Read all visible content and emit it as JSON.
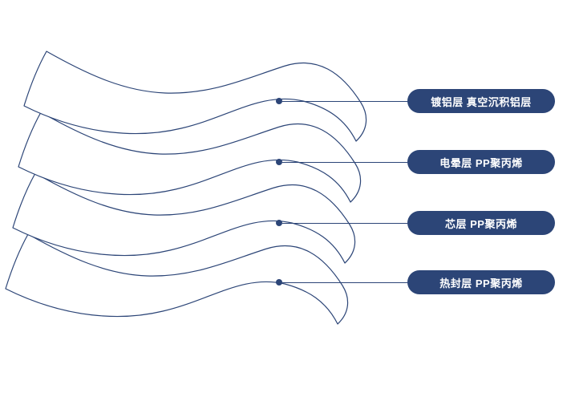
{
  "colors": {
    "accent": "#2c4577",
    "background": "#ffffff",
    "label_text": "#ffffff"
  },
  "diagram": {
    "type": "layered-film-structure",
    "description_visible_text_only": true,
    "layers": [
      {
        "id": 1,
        "label": "镀铝层 真空沉积铝层"
      },
      {
        "id": 2,
        "label": "电晕层 PP聚丙烯"
      },
      {
        "id": 3,
        "label": "芯层 PP聚丙烯"
      },
      {
        "id": 4,
        "label": "热封层 PP聚丙烯"
      }
    ]
  }
}
